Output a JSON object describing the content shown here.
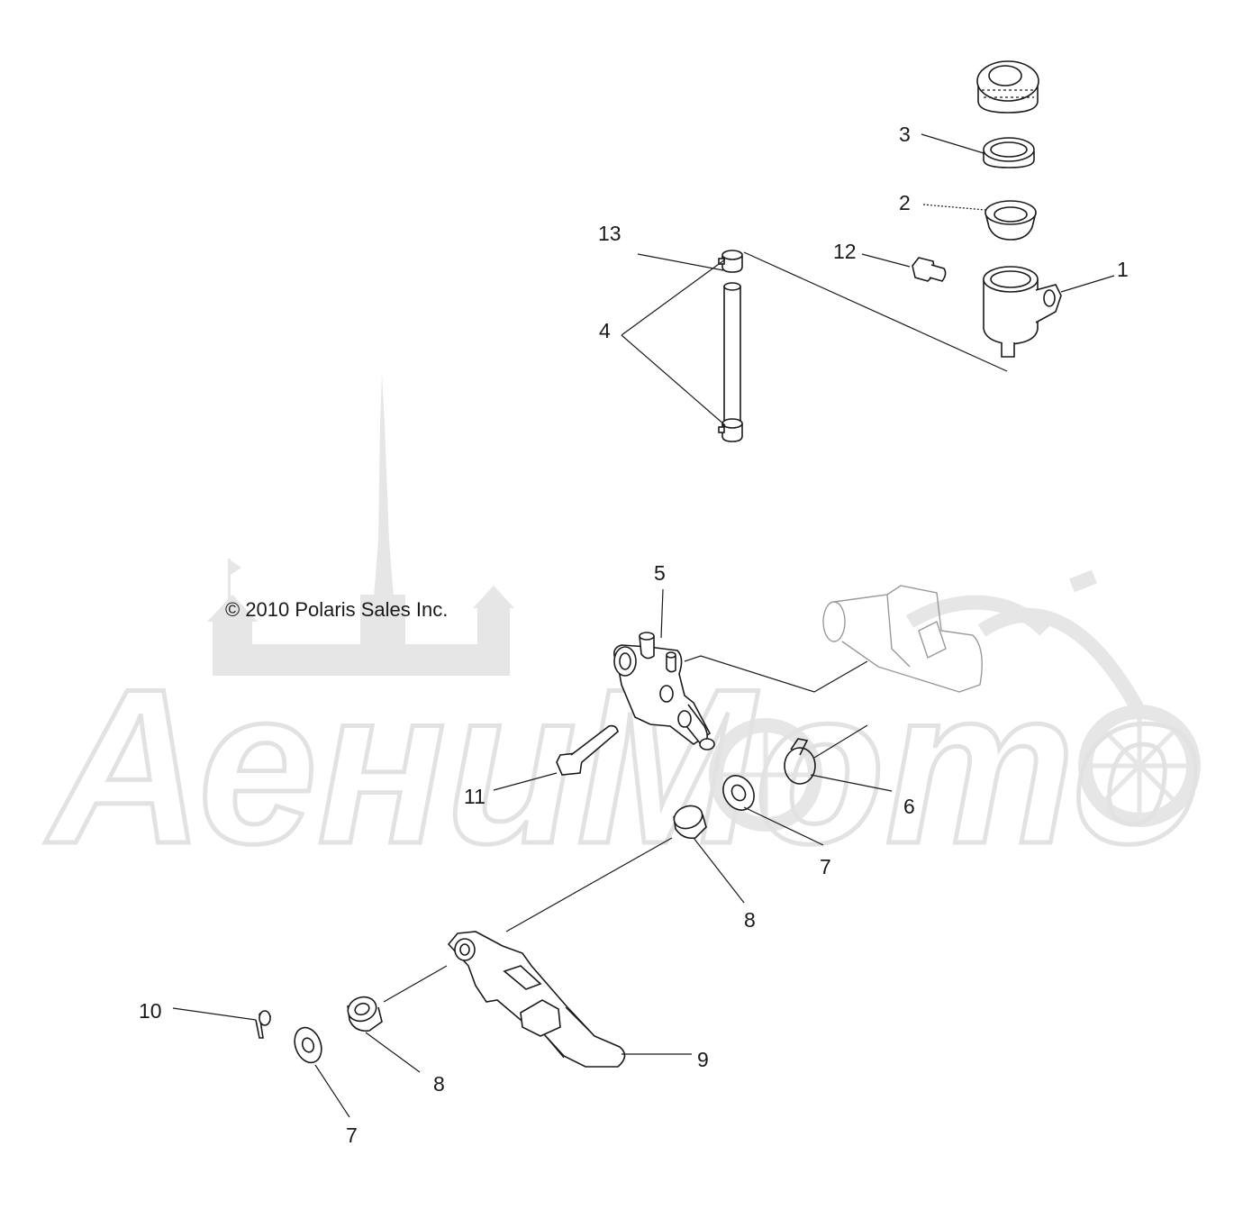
{
  "copyright": "© 2010 Polaris Sales Inc.",
  "watermark": {
    "text": "АениМото",
    "color": "#e4e4e4"
  },
  "callouts": [
    "1",
    "2",
    "3",
    "4",
    "5",
    "6",
    "7",
    "7",
    "8",
    "8",
    "9",
    "10",
    "11",
    "12",
    "13"
  ],
  "colors": {
    "line": "#1a1a1a",
    "background": "#ffffff",
    "watermark": "#e4e4e4"
  }
}
